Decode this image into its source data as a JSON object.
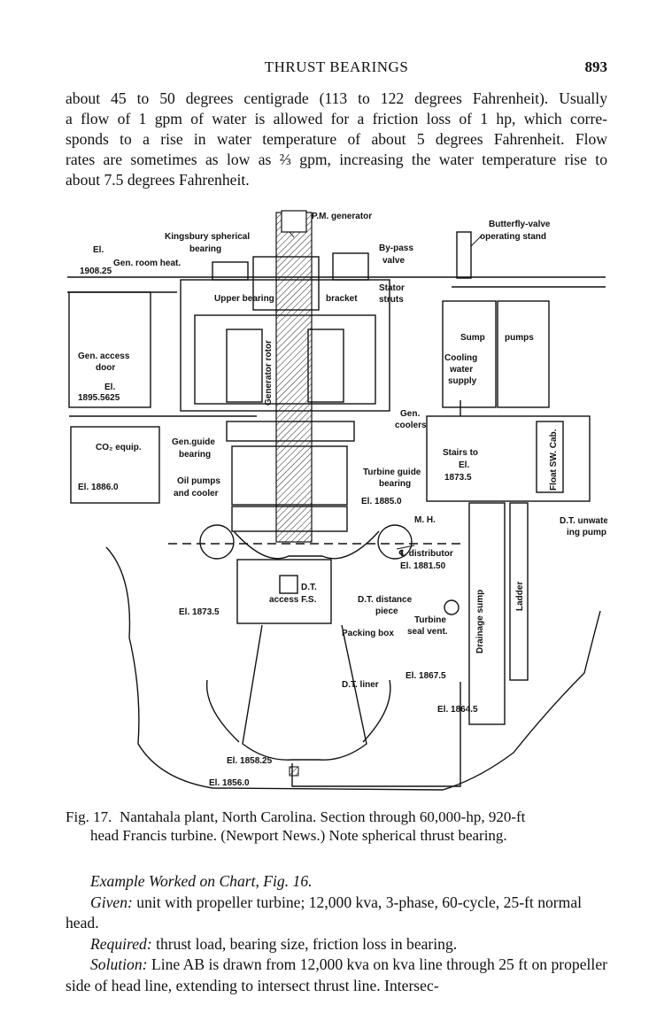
{
  "header": {
    "title": "THRUST BEARINGS",
    "page_number": "893"
  },
  "intro_lines": [
    "about 45 to 50 degrees centigrade (113 to 122 degrees Fahrenheit). Usually",
    "a flow of 1 gpm of water is allowed for a friction loss of 1 hp, which corre-",
    "sponds to a rise in water temperature of about 5 degrees Fahrenheit. Flow",
    "rates are sometimes as low as ⅔ gpm, increasing the water temperature rise to",
    "about 7.5 degrees Fahrenheit."
  ],
  "figure": {
    "labels": {
      "pm_generator": "P.M. generator",
      "kingsbury": "Kingsbury spherical",
      "bearing": "bearing",
      "el_1908_a": "El.",
      "el_1908_b": "1908.25",
      "gen_room_heat": "Gen. room heat.",
      "bypass_a": "By-pass",
      "bypass_b": "valve",
      "butterfly_a": "Butterfly-valve",
      "butterfly_b": "operating stand",
      "upper_bearing": "Upper bearing",
      "bracket": "bracket",
      "stator_a": "Stator",
      "stator_b": "struts",
      "sump": "Sump",
      "pumps": "pumps",
      "gen_access_a": "Gen. access",
      "gen_access_b": "door",
      "el_1895_a": "El.",
      "el_1895_b": "1895.5625",
      "generator_rotor": "Generator rotor",
      "cooling_a": "Cooling",
      "cooling_b": "water",
      "cooling_c": "supply",
      "gen_coolers_a": "Gen.",
      "gen_coolers_b": "coolers",
      "co2": "CO₂ equip.",
      "gen_guide_a": "Gen.guide",
      "gen_guide_b": "bearing",
      "stairs_a": "Stairs to",
      "stairs_b": "El.",
      "stairs_c": "1873.5",
      "float_sw": "Float SW. Cab.",
      "oil_pumps_a": "Oil pumps",
      "oil_pumps_b": "and cooler",
      "turbine_guide_a": "Turbine guide",
      "turbine_guide_b": "bearing",
      "el_1886": "El. 1886.0",
      "el_1885": "El. 1885.0",
      "mh": "M. H.",
      "dt_unwater_a": "D.T. unwater-",
      "dt_unwater_b": "ing pump",
      "distributor": "℄ distributor",
      "el_1881": "El. 1881.50",
      "dt_access_a": "D.T.",
      "dt_access_b": "access F.S.",
      "dt_distance_a": "D.T. distance",
      "dt_distance_b": "piece",
      "turbine_seal_a": "Turbine",
      "turbine_seal_b": "seal vent.",
      "el_1873": "El. 1873.5",
      "packing_box": "Packing box",
      "drainage_sump": "Drainage sump",
      "ladder": "Ladder",
      "el_1867": "El. 1867.5",
      "dt_liner": "D.T. liner",
      "el_1864": "El. 1864.5",
      "el_1858": "El. 1858.25",
      "el_1856": "El. 1856.0"
    }
  },
  "caption": {
    "fig_label": "Fig. 17.",
    "line1_text": "Nantahala plant, North Carolina.  Section through 60,000-hp, 920-ft",
    "line2_text": "head Francis turbine.  (Newport News.)  Note spherical thrust bearing."
  },
  "example": {
    "title": "Example Worked on Chart, Fig. 16.",
    "given_label": "Given:",
    "given_text": "unit with propeller turbine; 12,000 kva, 3-phase, 60-cycle, 25-ft normal head.",
    "required_label": "Required:",
    "required_text": "thrust load, bearing size, friction loss in bearing.",
    "solution_label": "Solution:",
    "solution_text": "Line AB is drawn from 12,000 kva on kva line through 25 ft on propeller side of head line, extending to intersect thrust line.  Intersec-"
  }
}
